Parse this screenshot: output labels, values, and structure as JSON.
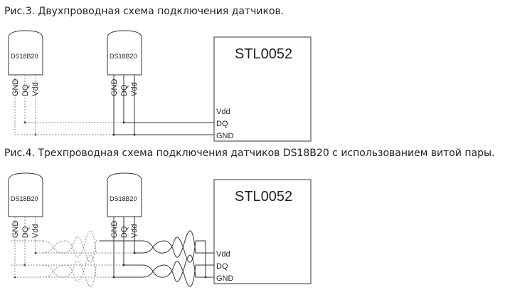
{
  "figure3": {
    "caption": "Рис.3. Двухпроводная схема подключения датчиков.",
    "sensors": [
      {
        "label": "DS18B20"
      },
      {
        "label": "DS18B20"
      }
    ],
    "pins": [
      "GND",
      "DQ",
      "Vdd"
    ],
    "controller": {
      "label": "STL0052",
      "ports": [
        "Vdd",
        "DQ",
        "GND"
      ]
    }
  },
  "figure4": {
    "caption": "Рис.4. Трехпроводная схема подключения датчиков DS18B20 с использованием витой пары.",
    "sensors": [
      {
        "label": "DS18B20"
      },
      {
        "label": "DS18B20"
      }
    ],
    "pins": [
      "GND",
      "DQ",
      "Vdd"
    ],
    "controller": {
      "label": "STL0052",
      "ports": [
        "Vdd",
        "DQ",
        "GND"
      ]
    }
  }
}
